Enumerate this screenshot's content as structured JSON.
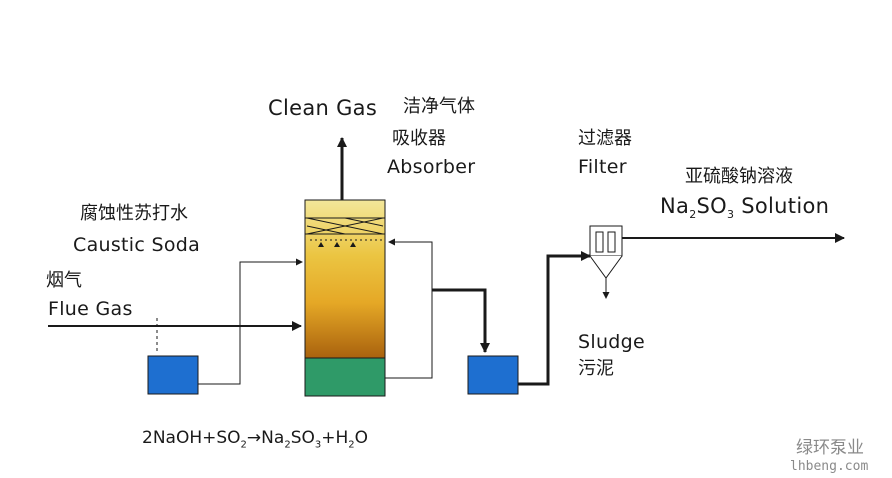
{
  "labels": {
    "clean_gas_en": "Clean Gas",
    "clean_gas_cn": "洁净气体",
    "absorber_cn": "吸收器",
    "absorber_en": "Absorber",
    "caustic_cn": "腐蚀性苏打水",
    "caustic_en": "Caustic Soda",
    "flue_cn": "烟气",
    "flue_en": "Flue Gas",
    "filter_cn": "过滤器",
    "filter_en": "Filter",
    "product_cn": "亚硫酸钠溶液",
    "product_en_prefix": "Na",
    "product_en_sub1": "2",
    "product_en_mid": "SO",
    "product_en_sub2": "3",
    "product_en_suffix": " Solution",
    "sludge_en": "Sludge",
    "sludge_cn": "污泥"
  },
  "equation": {
    "lhs1": "2NaOH",
    "plus1": "+",
    "lhs2": "SO",
    "lhs2_sub": "2",
    "arrow": "→",
    "rhs1_a": "Na",
    "rhs1_sub1": "2",
    "rhs1_b": "SO",
    "rhs1_sub2": "3",
    "plus2": "+",
    "rhs2_a": "H",
    "rhs2_sub": "2",
    "rhs2_b": "O"
  },
  "watermark": {
    "cn": "绿环泵业",
    "url": "lhbeng.com"
  },
  "colors": {
    "line": "#1a1a1a",
    "tank_blue": "#1e6fd0",
    "absorber_top": "#f3e79a",
    "absorber_mid": "#e5b12a",
    "absorber_bottom": "#a9620e",
    "absorber_base": "#2f9a68",
    "watermark": "#8a8a8a"
  }
}
